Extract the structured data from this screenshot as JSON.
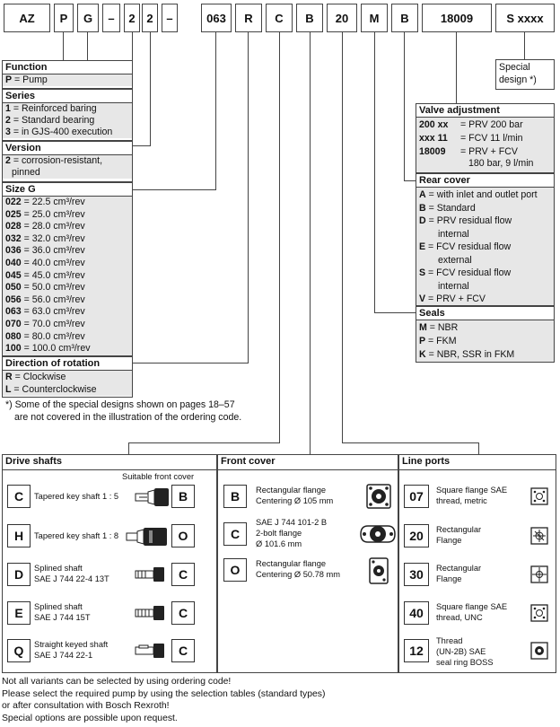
{
  "code": {
    "cells": [
      "AZ",
      "P",
      "G",
      "–",
      "2",
      "2",
      "–",
      "063",
      "R",
      "C",
      "B",
      "20",
      "M",
      "B",
      "18009",
      "S xxxx"
    ]
  },
  "function": {
    "title": "Function",
    "rows": [
      {
        "key": "P",
        "text": " = Pump"
      }
    ]
  },
  "series": {
    "title": "Series",
    "rows": [
      {
        "key": "1",
        "text": " = Reinforced baring"
      },
      {
        "key": "2",
        "text": " = Standard bearing"
      },
      {
        "key": "3",
        "text": " = in GJS-400 execution"
      }
    ]
  },
  "version": {
    "title": "Version",
    "rows": [
      {
        "key": "2",
        "text": " = corrosion-resistant,"
      },
      {
        "key": "",
        "text": "pinned"
      }
    ]
  },
  "size": {
    "title": "Size G",
    "rows": [
      {
        "key": "022",
        "text": " = 22.5 cm³/rev"
      },
      {
        "key": "025",
        "text": " = 25.0 cm³/rev"
      },
      {
        "key": "028",
        "text": " = 28.0 cm³/rev"
      },
      {
        "key": "032",
        "text": " = 32.0 cm³/rev"
      },
      {
        "key": "036",
        "text": " = 36.0 cm³/rev"
      },
      {
        "key": "040",
        "text": " = 40.0 cm³/rev"
      },
      {
        "key": "045",
        "text": " = 45.0 cm³/rev"
      },
      {
        "key": "050",
        "text": " = 50.0 cm³/rev"
      },
      {
        "key": "056",
        "text": " = 56.0 cm³/rev"
      },
      {
        "key": "063",
        "text": " = 63.0 cm³/rev"
      },
      {
        "key": "070",
        "text": " = 70.0 cm³/rev"
      },
      {
        "key": "080",
        "text": " = 80.0 cm³/rev"
      },
      {
        "key": "100",
        "text": " = 100.0 cm³/rev"
      }
    ]
  },
  "rotation": {
    "title": "Direction of rotation",
    "rows": [
      {
        "key": "R",
        "text": " = Clockwise"
      },
      {
        "key": "L",
        "text": " = Counterclockwise"
      }
    ]
  },
  "footnote": {
    "line1": "*) Some of the special designs shown on pages 18–57",
    "line2": "are not covered in the illustration of the ordering code."
  },
  "special": {
    "line1": "Special",
    "line2": "design *)"
  },
  "valve": {
    "title": "Valve adjustment",
    "rows": [
      {
        "key": "200 xx",
        "text": "= PRV 200 bar"
      },
      {
        "key": "xxx 11",
        "text": "= FCV 11 l/min"
      },
      {
        "key": "18009",
        "text": "= PRV + FCV"
      },
      {
        "key": "",
        "text": "180 bar, 9 l/min"
      }
    ]
  },
  "rear": {
    "title": "Rear cover",
    "rows": [
      {
        "key": "A",
        "text": " = with inlet and outlet port"
      },
      {
        "key": "B",
        "text": " = Standard"
      },
      {
        "key": "D",
        "text": " = PRV residual flow"
      },
      {
        "key": "",
        "text": "internal"
      },
      {
        "key": "E",
        "text": " = FCV residual flow"
      },
      {
        "key": "",
        "text": "external"
      },
      {
        "key": "S",
        "text": " = FCV residual flow"
      },
      {
        "key": "",
        "text": "internal"
      },
      {
        "key": "V",
        "text": " = PRV + FCV"
      }
    ]
  },
  "seals": {
    "title": "Seals",
    "rows": [
      {
        "key": "M",
        "text": " = NBR"
      },
      {
        "key": "P",
        "text": " = FKM"
      },
      {
        "key": "K",
        "text": " = NBR, SSR in FKM"
      }
    ]
  },
  "drive": {
    "title": "Drive shafts",
    "suitable": "Suitable front cover",
    "items": [
      {
        "letter": "C",
        "l1": "Tapered key shaft 1 : 5",
        "l2": "",
        "cover": "B"
      },
      {
        "letter": "H",
        "l1": "Tapered key shaft 1 : 8",
        "l2": "",
        "cover": "O"
      },
      {
        "letter": "D",
        "l1": "Splined shaft",
        "l2": "SAE J 744 22-4 13T",
        "cover": "C"
      },
      {
        "letter": "E",
        "l1": "Splined shaft",
        "l2": "SAE J 744 15T",
        "cover": "C"
      },
      {
        "letter": "Q",
        "l1": "Straight keyed shaft",
        "l2": "SAE J 744 22-1",
        "cover": "C"
      }
    ]
  },
  "front": {
    "title": "Front cover",
    "items": [
      {
        "letter": "B",
        "l1": "Rectangular flange",
        "l2": "Centering Ø 105 mm",
        "l3": ""
      },
      {
        "letter": "C",
        "l1": "SAE J 744 101-2 B",
        "l2": "2-bolt flange",
        "l3": "Ø 101.6 mm"
      },
      {
        "letter": "O",
        "l1": "Rectangular flange",
        "l2": "Centering Ø 50.78 mm",
        "l3": ""
      }
    ]
  },
  "ports": {
    "title": "Line ports",
    "items": [
      {
        "code": "07",
        "l1": "Square flange SAE",
        "l2": "thread, metric",
        "l3": ""
      },
      {
        "code": "20",
        "l1": "Rectangular",
        "l2": "Flange",
        "l3": ""
      },
      {
        "code": "30",
        "l1": "Rectangular",
        "l2": "Flange",
        "l3": ""
      },
      {
        "code": "40",
        "l1": "Square flange SAE",
        "l2": "thread, UNC",
        "l3": ""
      },
      {
        "code": "12",
        "l1": "Thread",
        "l2": "(UN-2B) SAE",
        "l3": "seal ring BOSS"
      }
    ]
  },
  "bottom": {
    "l1": "Not all variants can be selected by using ordering code!",
    "l2": "Please select the required pump by using the selection tables (standard types)",
    "l3": "or after consultation with Bosch Rexroth!",
    "l4": "Special options are possible upon request."
  }
}
